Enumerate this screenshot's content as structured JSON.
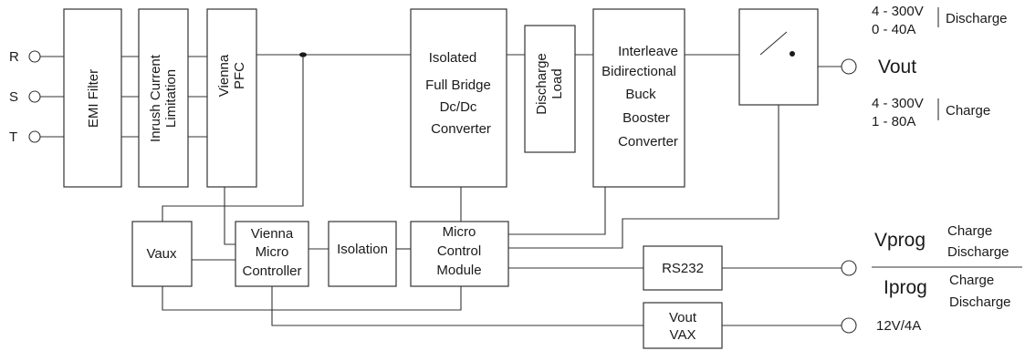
{
  "inputs": {
    "r": "R",
    "s": "S",
    "t": "T"
  },
  "blocks": {
    "emi": "EMI Filter",
    "inrush": [
      "Inrush Current",
      "Limitation"
    ],
    "vienna_pfc": [
      "Vienna",
      "PFC"
    ],
    "isolated_dcdc": [
      "Isolated",
      "Full Bridge",
      "Dc/Dc",
      "Converter"
    ],
    "discharge_load": [
      "Discharge",
      "Load"
    ],
    "buck_booster": [
      "Interleave",
      "Bidirectional",
      "Buck",
      "Booster",
      "Converter"
    ],
    "vaux": "Vaux",
    "vienna_micro": [
      "Vienna",
      "Micro",
      "Controller"
    ],
    "isolation": "Isolation",
    "micro_control": [
      "Micro",
      "Control",
      "Module"
    ],
    "rs232": "RS232",
    "vout_vax": [
      "Vout",
      "VAX"
    ]
  },
  "outputs": {
    "vout": "Vout",
    "discharge_range": [
      "4 - 300V",
      "0 - 40A"
    ],
    "discharge_label": "Discharge",
    "charge_range": [
      "4 - 300V",
      "1 - 80A"
    ],
    "charge_label": "Charge",
    "vprog": "Vprog",
    "vprog_modes": [
      "Charge",
      "Discharge"
    ],
    "iprog": "Iprog",
    "iprog_modes": [
      "Charge",
      "Discharge"
    ],
    "aux_out": "12V/4A"
  }
}
